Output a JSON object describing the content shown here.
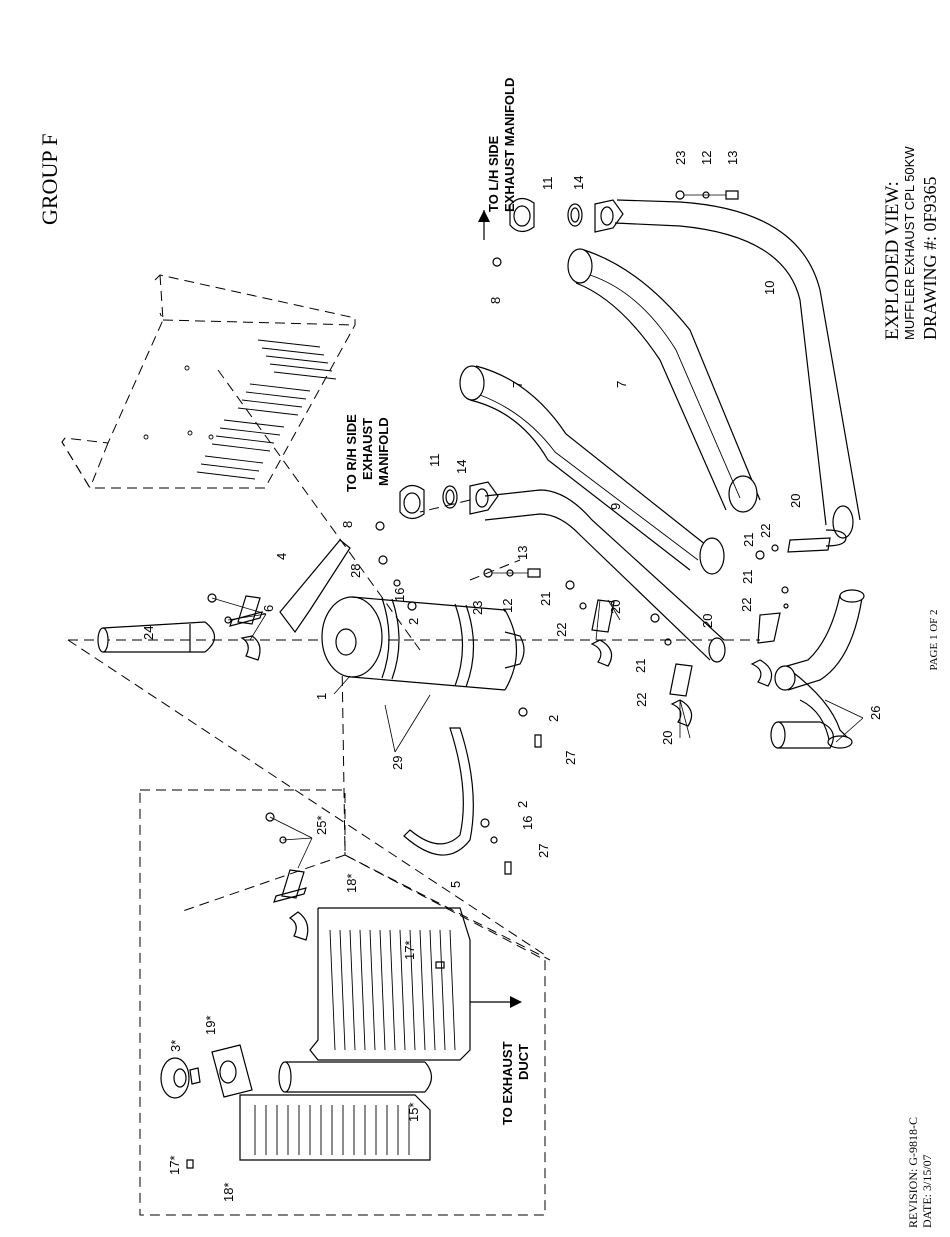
{
  "header": {
    "group": "GROUP F",
    "title_line1": "EXPLODED VIEW:",
    "title_line2": "MUFFLER EXHAUST CPL 50KW",
    "title_line3": "DRAWING #: 0F9365"
  },
  "footer": {
    "page": "PAGE 1 OF 2",
    "revision": "REVISION: G-9818-C",
    "date": "DATE: 3/15/07"
  },
  "annotations": {
    "lh_manifold_1": "TO L/H SIDE",
    "lh_manifold_2": "EXHAUST MANIFOLD",
    "rh_manifold_1": "TO R/H SIDE",
    "rh_manifold_2": "EXHAUST",
    "rh_manifold_3": "MANIFOLD",
    "duct_1": "TO EXHAUST",
    "duct_2": "DUCT"
  },
  "callouts": {
    "c1": "1",
    "c2a": "2",
    "c2b": "2",
    "c2c": "2",
    "c3": "3*",
    "c4": "4",
    "c5": "5",
    "c6": "6",
    "c7a": "7",
    "c7b": "7",
    "c8a": "8",
    "c8b": "8",
    "c9": "9",
    "c10": "10",
    "c11a": "11",
    "c11b": "11",
    "c12a": "12",
    "c12b": "12",
    "c13a": "13",
    "c13b": "13",
    "c14a": "14",
    "c14b": "14",
    "c15": "15*",
    "c16a": "16",
    "c16b": "16",
    "c17a": "17*",
    "c17b": "17*",
    "c18a": "18*",
    "c18b": "18*",
    "c19": "19*",
    "c20a": "20",
    "c20b": "20",
    "c20c": "20",
    "c20d": "20",
    "c21a": "21",
    "c21b": "21",
    "c21c": "21",
    "c21d": "21",
    "c22a": "22",
    "c22b": "22",
    "c22c": "22",
    "c22d": "22",
    "c23a": "23",
    "c23b": "23",
    "c24": "24",
    "c25": "25*",
    "c26": "26",
    "c27a": "27",
    "c27b": "27",
    "c28": "28",
    "c29": "29"
  }
}
